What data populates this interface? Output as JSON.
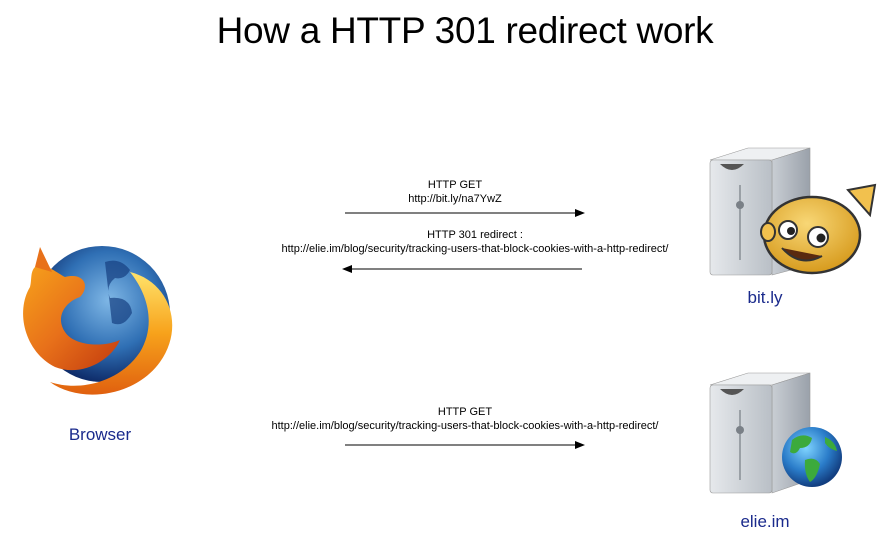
{
  "title": "How a HTTP 301 redirect work",
  "nodes": {
    "browser": {
      "label": "Browser",
      "icon": "firefox-logo-icon"
    },
    "bitly": {
      "label": "bit.ly",
      "icon": "server-with-pufferfish-icon"
    },
    "elie": {
      "label": "elie.im",
      "icon": "server-with-globe-icon"
    }
  },
  "messages": [
    {
      "line1": "HTTP GET",
      "line2": "http://bit.ly/na7YwZ",
      "direction": "right",
      "from": "Browser",
      "to": "bit.ly"
    },
    {
      "line1": "HTTP 301 redirect :",
      "line2": "http://elie.im/blog/security/tracking-users-that-block-cookies-with-a-http-redirect/",
      "direction": "left",
      "from": "bit.ly",
      "to": "Browser"
    },
    {
      "line1": "HTTP GET",
      "line2": "http://elie.im/blog/security/tracking-users-that-block-cookies-with-a-http-redirect/",
      "direction": "right",
      "from": "Browser",
      "to": "elie.im"
    }
  ],
  "colors": {
    "node_label": "#1a2a8c",
    "text": "#000000",
    "arrow": "#000000"
  }
}
